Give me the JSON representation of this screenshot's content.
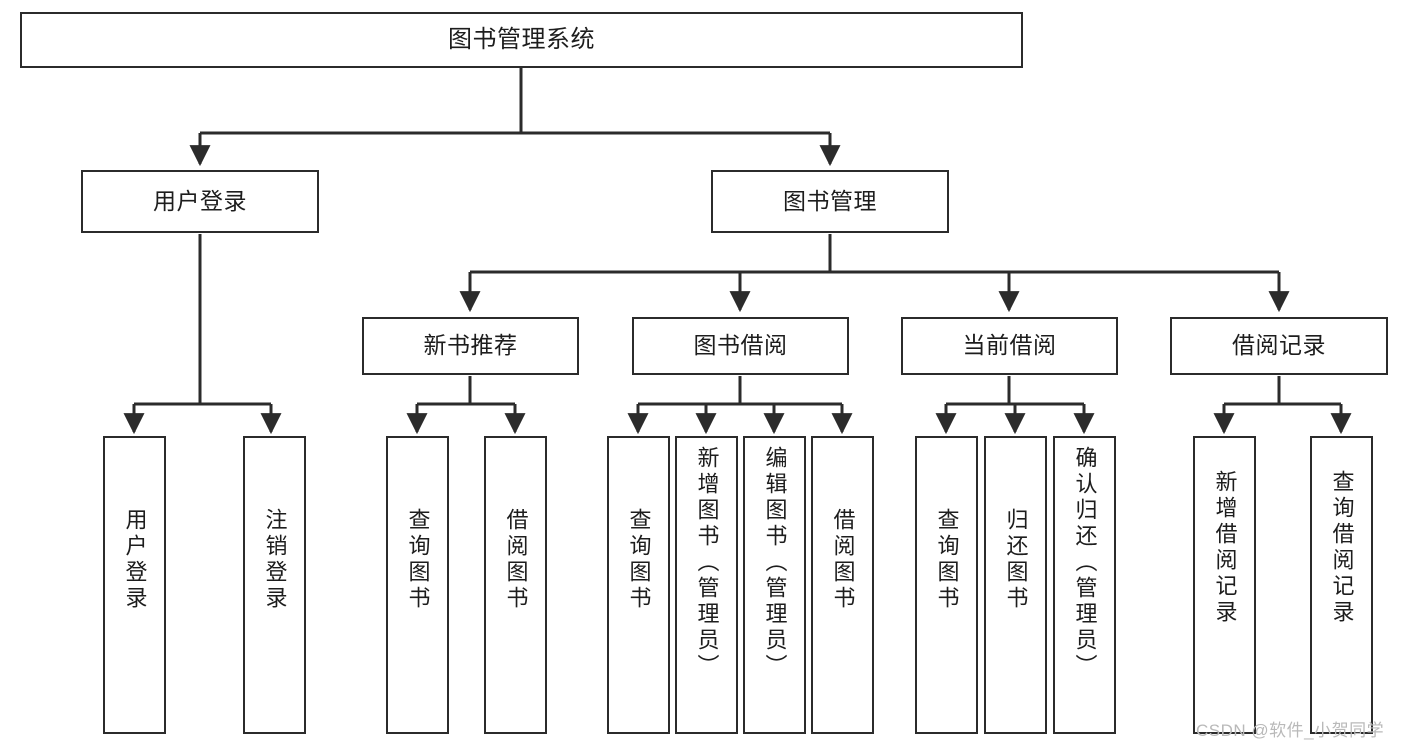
{
  "diagram": {
    "type": "tree-hierarchy",
    "title": "图书管理系统",
    "orientation": "top-down",
    "colors": {
      "box_border": "#2b2b2b",
      "box_fill": "#ffffff",
      "edge": "#2b2b2b",
      "text": "#1d1d1d",
      "watermark": "#b9b9b9",
      "background": "#ffffff"
    }
  },
  "nodes": {
    "root": {
      "label": "图书管理系统",
      "level": 1
    },
    "level2": [
      {
        "id": "user-login",
        "label": "用户登录"
      },
      {
        "id": "book-management",
        "label": "图书管理"
      }
    ],
    "level3": [
      {
        "id": "new-book-recommend",
        "label": "新书推荐",
        "parent": "book-management"
      },
      {
        "id": "book-borrow",
        "label": "图书借阅",
        "parent": "book-management"
      },
      {
        "id": "current-borrow",
        "label": "当前借阅",
        "parent": "book-management"
      },
      {
        "id": "borrow-record",
        "label": "借阅记录",
        "parent": "book-management"
      }
    ],
    "leaves": [
      {
        "id": "leaf-user-login",
        "label": "用户登录",
        "parent": "user-login"
      },
      {
        "id": "leaf-logout-login",
        "label": "注销登录",
        "parent": "user-login"
      },
      {
        "id": "leaf-query-book-1",
        "label": "查询图书",
        "parent": "new-book-recommend"
      },
      {
        "id": "leaf-borrow-book-1",
        "label": "借阅图书",
        "parent": "new-book-recommend"
      },
      {
        "id": "leaf-query-book-2",
        "label": "查询图书",
        "parent": "book-borrow"
      },
      {
        "id": "leaf-add-book",
        "label": "新增图书（管理员）",
        "parent": "book-borrow"
      },
      {
        "id": "leaf-edit-book",
        "label": "编辑图书（管理员）",
        "parent": "book-borrow"
      },
      {
        "id": "leaf-borrow-book-2",
        "label": "借阅图书",
        "parent": "book-borrow"
      },
      {
        "id": "leaf-query-book-3",
        "label": "查询图书",
        "parent": "current-borrow"
      },
      {
        "id": "leaf-return-book",
        "label": "归还图书",
        "parent": "current-borrow"
      },
      {
        "id": "leaf-confirm-return",
        "label": "确认归还（管理员）",
        "parent": "current-borrow"
      },
      {
        "id": "leaf-add-record",
        "label": "新增借阅记录",
        "parent": "borrow-record"
      },
      {
        "id": "leaf-query-record",
        "label": "查询借阅记录",
        "parent": "borrow-record"
      }
    ]
  },
  "watermark": {
    "text": "CSDN @软件_小贺同学"
  }
}
